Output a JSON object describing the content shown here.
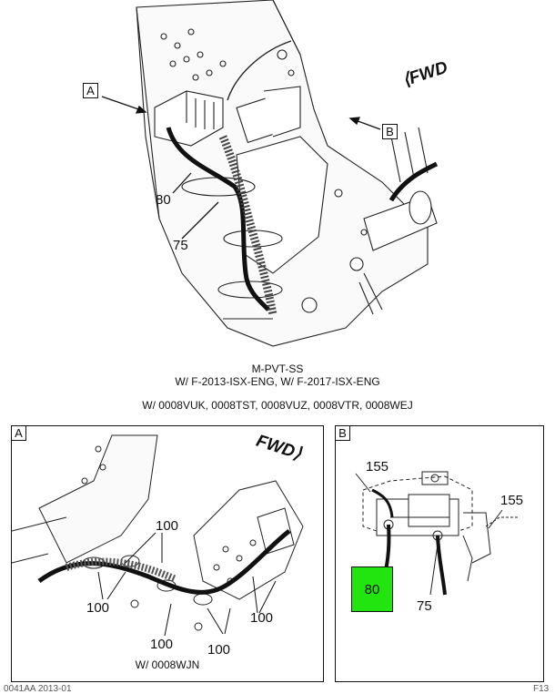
{
  "main": {
    "fwd_label": "FWD",
    "fwd_prefix": "⟨",
    "callout_a": "A",
    "callout_b": "B",
    "label_80": "80",
    "label_75": "75"
  },
  "caption": {
    "line1": "M-PVT-SS",
    "line2": "W/ F-2013-ISX-ENG, W/ F-2017-ISX-ENG",
    "line3": "W/ 0008VUK, 0008TST, 0008VUZ, 0008VTR, 0008WEJ"
  },
  "detail_a": {
    "tag": "A",
    "fwd_label": "FWD",
    "fwd_suffix": "⟩",
    "part_labels": [
      "100",
      "100",
      "100",
      "100",
      "100"
    ],
    "caption": "W/ 0008WJN"
  },
  "detail_b": {
    "tag": "B",
    "label_155_left": "155",
    "label_155_right": "155",
    "label_80": "80",
    "label_75": "75",
    "highlight_color": "#22e40e"
  },
  "footer": {
    "left": "0041AA 2013-01",
    "right": "F13"
  }
}
